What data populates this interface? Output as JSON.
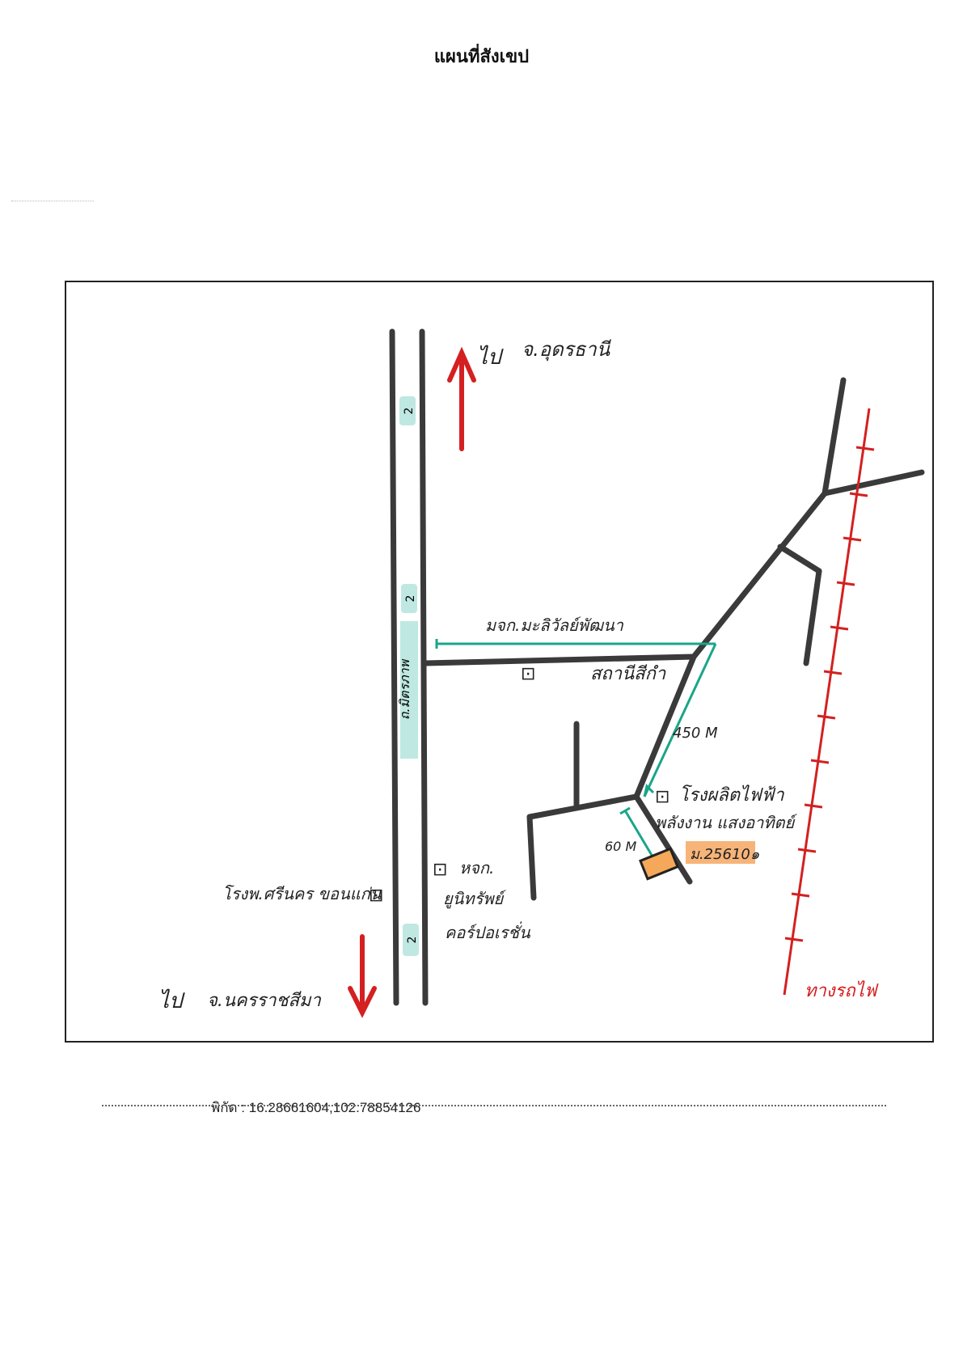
{
  "title": "แผนที่สังเขป",
  "coordinates": {
    "label": "พิกัด",
    "separator": ":",
    "value": "16.28661604,102.78854126"
  },
  "map": {
    "labels": {
      "to_north_prefix": "ไป",
      "to_north_dest": "จ.อุดรธานี",
      "to_south_prefix": "ไป",
      "to_south_dest": "จ.นครราชสีมา",
      "main_road": "ถ.มิตรภาพ",
      "highway_marker": "2",
      "school_road": "มจก.มะลิวัลย์พัฒนา",
      "school_mark": "⊡",
      "temple": "สถานีสีกำ",
      "hospital": "โรงพ.ศรีนคร ขอนแก่น",
      "hospital_mark": "⊡",
      "store_line1": "หจก.",
      "store_line2": "ยูนิทรัพย์",
      "store_line3": "คอร์ปอเรชั่น",
      "store_mark": "⊡",
      "distance_450": "450 M",
      "distance_60": "60 M",
      "plant_line1": "โรงผลิตไฟฟ้า",
      "plant_line2": "พลังงาน แสงอาทิตย์",
      "plant_mark": "⊡",
      "parcel_id": "ม.25610๑",
      "railway": "ทางรถไฟ"
    },
    "colors": {
      "road": "#3a3a3a",
      "railway": "#d42020",
      "arrow": "#d42020",
      "route": "#1aa58a",
      "marker_bg": "#bfe8e2",
      "parcel_fill": "#f5a85a",
      "parcel_label_bg": "#f7b479"
    },
    "icons": [
      "arrow-up-icon",
      "arrow-down-icon",
      "building-icon",
      "parcel-icon"
    ]
  }
}
